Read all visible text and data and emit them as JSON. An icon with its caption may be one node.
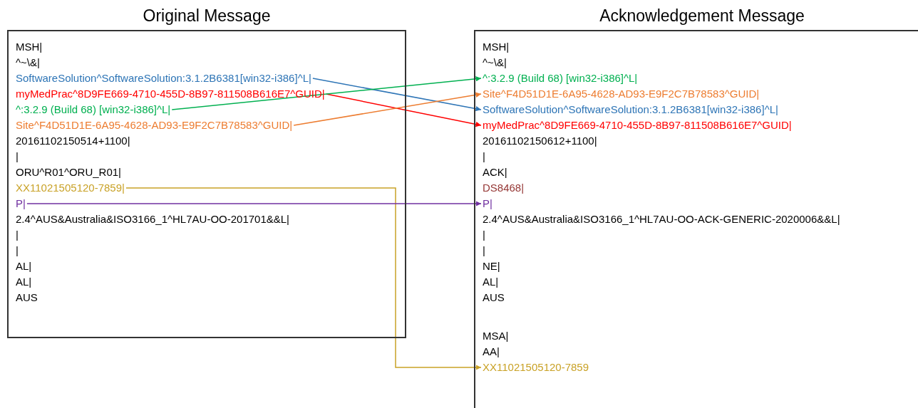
{
  "diagram": {
    "nodes": [
      {
        "text": [
          "Original Message"
        ]
      },
      {
        "text": [
          "MSH|"
        ],
        "in": 0
      },
      {
        "text": [
          "^~\\&|"
        ],
        "in": 0
      },
      {
        "text": [
          "SoftwareSolution^SoftwareSolution:3.1.2B6381[win32-i386]^L|"
        ],
        "in": 0
      },
      {
        "text": [
          "myMedPrac^8D9FE669-4710-455D-8B97-811508B616E7^GUID|"
        ],
        "in": 0
      },
      {
        "text": [
          "^:3.2.9 (Build 68) [win32-i386]^L|"
        ],
        "in": 0
      },
      {
        "text": [
          "Site^F4D51D1E-6A95-4628-AD93-E9F2C7B78583^GUID|"
        ],
        "in": 0
      },
      {
        "text": [
          "20161102150514+1100|"
        ],
        "in": 0
      },
      {
        "text": [
          "|"
        ],
        "in": 0
      },
      {
        "text": [
          "ORU^R01^ORU_R01|"
        ],
        "in": 0
      },
      {
        "text": [
          "XX11021505120-7859|"
        ],
        "in": 0
      },
      {
        "text": [
          "P|"
        ],
        "in": 0
      },
      {
        "text": [
          "2.4^AUS&Australia&ISO3166_1^HL7AU-OO-201701&&L|"
        ],
        "in": 0
      },
      {
        "text": [
          "|"
        ],
        "in": 0
      },
      {
        "text": [
          "|"
        ],
        "in": 0
      },
      {
        "text": [
          "AL|"
        ],
        "in": 0
      },
      {
        "text": [
          "AL|"
        ],
        "in": 0
      },
      {
        "text": [
          "AUS"
        ],
        "in": 0
      },
      {
        "text": [
          "Acknowledgement Message"
        ]
      },
      {
        "text": [
          "MSH|"
        ],
        "in": 18
      },
      {
        "text": [
          "^~\\&|"
        ],
        "in": 18
      },
      {
        "text": [
          "^:3.2.9 (Build 68) [win32-i386]^L|"
        ],
        "in": 18
      },
      {
        "text": [
          "Site^F4D51D1E-6A95-4628-AD93-E9F2C7B78583^GUID|"
        ],
        "in": 18
      },
      {
        "text": [
          "SoftwareSolution^SoftwareSolution:3.1.2B6381[win32-i386]^L|"
        ],
        "in": 18
      },
      {
        "text": [
          "myMedPrac^8D9FE669-4710-455D-8B97-811508B616E7^GUID|"
        ],
        "in": 18
      },
      {
        "text": [
          "20161102150612+1100|"
        ],
        "in": 18
      },
      {
        "text": [
          "|"
        ],
        "in": 18
      },
      {
        "text": [
          "ACK|"
        ],
        "in": 18
      },
      {
        "text": [
          "DS8468|"
        ],
        "in": 18
      },
      {
        "text": [
          "P|"
        ],
        "in": 18
      },
      {
        "text": [
          "2.4^AUS&Australia&ISO3166_1^HL7AU-OO-ACK-GENERIC-2020006&&L|"
        ],
        "in": 18
      },
      {
        "text": [
          "|"
        ],
        "in": 18
      },
      {
        "text": [
          "|"
        ],
        "in": 18
      },
      {
        "text": [
          "NE|"
        ],
        "in": 18
      },
      {
        "text": [
          "AL|"
        ],
        "in": 18
      },
      {
        "text": [
          "AUS"
        ],
        "in": 18
      },
      {
        "text": [
          "MSA|"
        ],
        "in": 18
      },
      {
        "text": [
          "AA|"
        ],
        "in": 18
      },
      {
        "text": [
          "XX11021505120-7859"
        ],
        "in": 18
      }
    ],
    "edges": [
      {
        "from": 3,
        "to": 23,
        "arrow": "to",
        "color": "#2e75b6"
      },
      {
        "from": 4,
        "to": 24,
        "arrow": "to",
        "color": "#ff0000"
      },
      {
        "from": 5,
        "to": 21,
        "arrow": "to",
        "color": "#00b050"
      },
      {
        "from": 6,
        "to": 22,
        "arrow": "to",
        "color": "#ed7d31"
      },
      {
        "from": 10,
        "to": 38,
        "arrow": "to",
        "color": "#c9a227"
      },
      {
        "from": 11,
        "to": 29,
        "arrow": "to",
        "color": "#7030a0"
      }
    ]
  }
}
